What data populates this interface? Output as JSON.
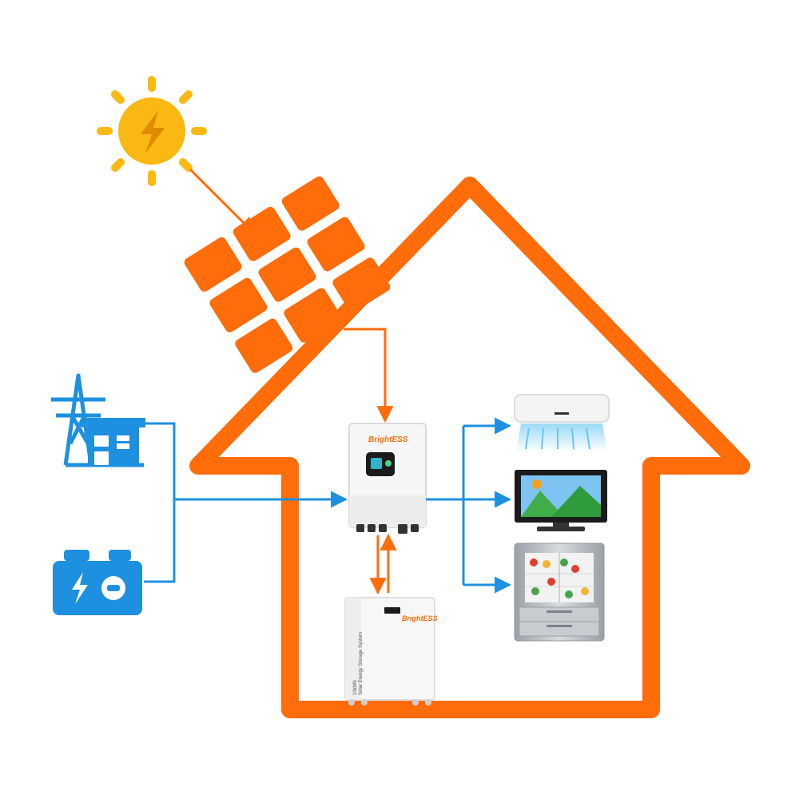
{
  "colors": {
    "orange": "#ff6c0a",
    "blue": "#1e90e0",
    "sun": "#f9b812",
    "sun_bolt": "#e08a00",
    "device_white": "#f6f6f6",
    "device_outline": "#d9d9d9",
    "screen": "#1b1b1b",
    "tv_screen": "#7ec4f2",
    "tv_hill": "#3fae49",
    "fridge_steel": "#b9bcc0"
  },
  "inverter": {
    "brand_prefix": "B",
    "brand_middle": "right",
    "brand_suffix": "ESS"
  },
  "battery": {
    "brand_prefix": "B",
    "brand_middle": "right",
    "brand_suffix": "ESS",
    "side_line_1": "10kWh",
    "side_line_2": "Solar Energy Storage System"
  },
  "icons": {
    "sun": "sun-icon",
    "solar_panel": "solar-panel-icon",
    "grid": "power-grid-icon",
    "generator": "generator-icon",
    "air_conditioner": "air-conditioner-icon",
    "tv": "tv-icon",
    "fridge": "fridge-icon"
  }
}
